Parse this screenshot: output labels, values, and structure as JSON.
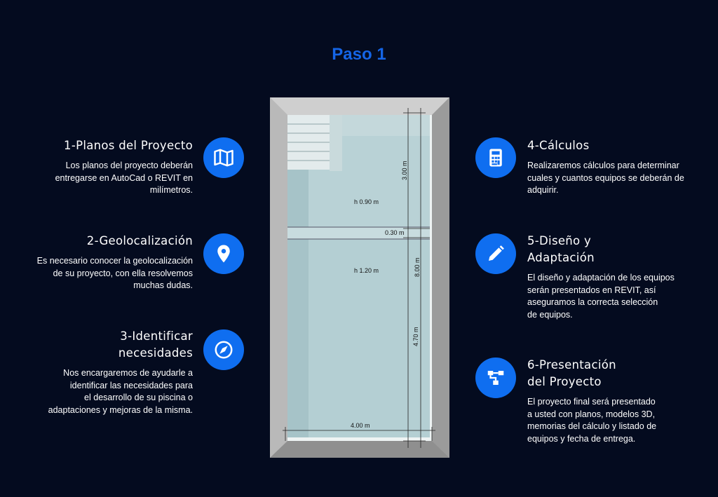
{
  "title": "Paso 1",
  "steps": [
    {
      "title": "1-Planos del Proyecto",
      "desc": "Los planos del proyecto deberán\nentregarse en AutoCad o REVIT en\nmilímetros.",
      "icon": "map-icon"
    },
    {
      "title": "2-Geolocalización",
      "desc": "Es necesario conocer la geolocalización\nde su proyecto, con ella resolvemos\nmuchas dudas.",
      "icon": "location-pin-icon"
    },
    {
      "title": "3-Identificar\nnecesidades",
      "desc": "Nos encargaremos de ayudarle a\nidentificar las necesidades para\nel desarrollo de su piscina o\nadaptaciones y mejoras de la misma.",
      "icon": "compass-icon"
    },
    {
      "title": "4-Cálculos",
      "desc": "Realizaremos cálculos para determinar\ncuales y cuantos equipos se deberán de\nadquirir.",
      "icon": "calculator-icon"
    },
    {
      "title": "5-Diseño y\nAdaptación",
      "desc": "El diseño y adaptación de los equipos\nserán presentados en REVIT, así\naseguramos la correcta selección\nde equipos.",
      "icon": "pencil-icon"
    },
    {
      "title": "6-Presentación\ndel Proyecto",
      "desc": "El proyecto final será presentado\na usted con planos, modelos 3D,\nmemorias del cálculo y listado de\nequipos y fecha de entrega.",
      "icon": "sitemap-icon"
    }
  ],
  "plan": {
    "dim_top_length": "3.00 m",
    "depth_shallow": "h 0.90 m",
    "dim_step": "0.30 m",
    "depth_deep": "h 1.20 m",
    "dim_total_length": "8.00 m",
    "dim_bottom_length": "4.70 m",
    "dim_width": "4.00 m"
  },
  "colors": {
    "accent": "#1565e6",
    "icon_bg": "#0f6ef0",
    "background": "#040b1f"
  }
}
